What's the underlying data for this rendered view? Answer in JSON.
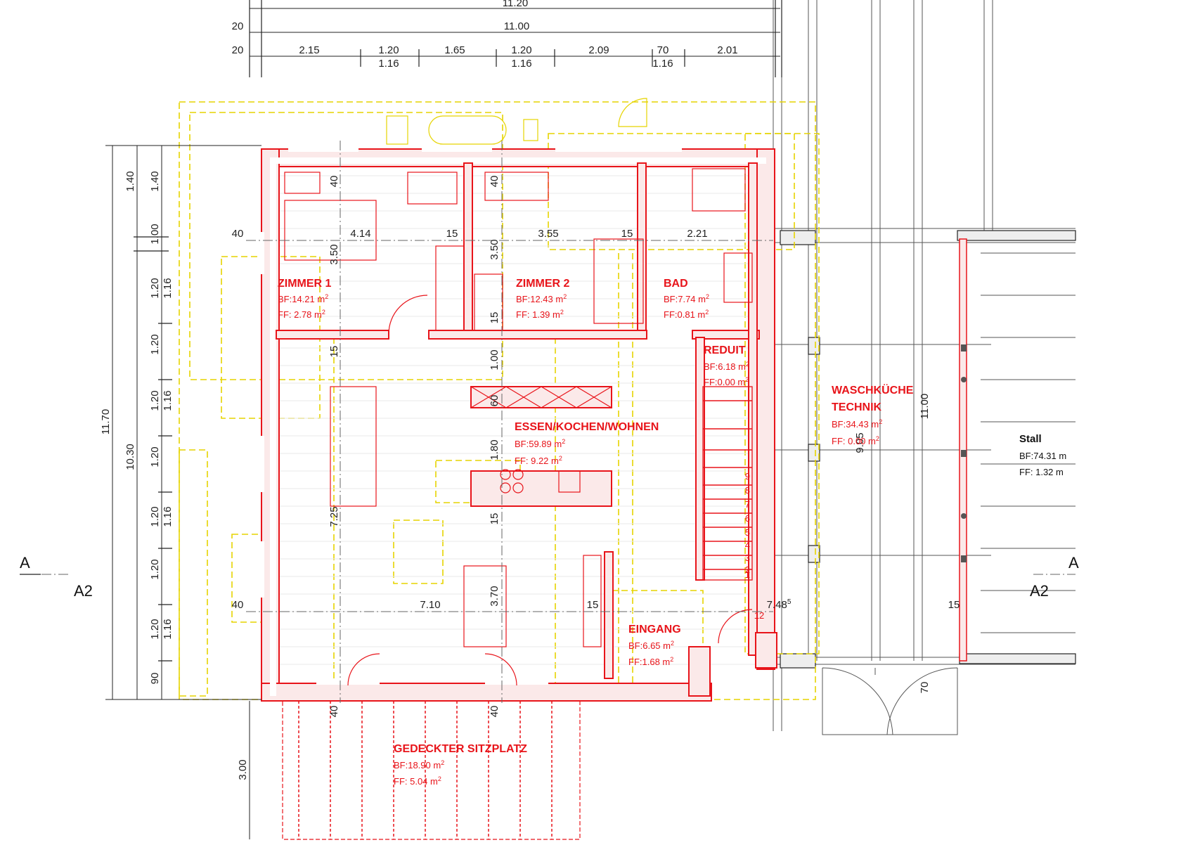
{
  "colors": {
    "wall_red": "#e8141a",
    "existing_yellow": "#e6d400",
    "text_black": "#222222",
    "background": "#ffffff"
  },
  "top_dimensions": {
    "overall": "11.20",
    "inner": "11.00",
    "row1_offset": "20",
    "row2_offset": "20",
    "segments": [
      "2.15",
      "1.20",
      "1.65",
      "1.20",
      "2.09",
      "70",
      "2.01"
    ],
    "sub_labels": [
      "1.16",
      "1.16",
      "1.16"
    ]
  },
  "left_dimensions": {
    "overall": "11.70",
    "inner": "10.30",
    "top_a": "1.40",
    "top_b": "1.40",
    "col1": [
      "1.00",
      "1.20",
      "1.20",
      "1.20",
      "1.20",
      "1.20",
      "1.20",
      "1.20",
      "90"
    ],
    "col2": [
      "1.16",
      "1.16",
      "1.16",
      "1.16"
    ]
  },
  "interior_dimensions": {
    "wall_left_top": "40",
    "zimmer1_width": "4.14",
    "wall_15a": "15",
    "zimmer2_width": "3.55",
    "wall_15b": "15",
    "bad_width": "2.21",
    "zimmer1_depth": "3.50",
    "zimmer2_depth": "3.50",
    "col_40a": "40",
    "col_40b": "40",
    "wall_15c": "15",
    "wall_15d": "15",
    "v_100": "1.00",
    "v_60": "60",
    "v_180": "1.80",
    "v_15e": "15",
    "v_725": "7.25",
    "wall_left_bottom": "40",
    "wohnen_width": "7.10",
    "v_370": "3.70",
    "wall_15f": "15",
    "width_748": "7.48",
    "width_748_sup": "5",
    "bottom_40a": "40",
    "bottom_40b": "40",
    "terrace_depth": "3.00"
  },
  "annex_dimensions": {
    "height_1100": "11.00",
    "height_905": "9.05",
    "wall_15": "15",
    "door_70": "70"
  },
  "rooms": [
    {
      "id": "zimmer1",
      "name": "ZIMMER 1",
      "bf": "BF:14.21 m",
      "ff": "FF:  2.78 m"
    },
    {
      "id": "zimmer2",
      "name": "ZIMMER 2",
      "bf": "BF:12.43 m",
      "ff": "FF:  1.39 m"
    },
    {
      "id": "bad",
      "name": "BAD",
      "bf": "BF:7.74 m",
      "ff": "FF:0.81 m"
    },
    {
      "id": "reduit",
      "name": "REDUIT",
      "bf": "BF:6.18 m",
      "ff": "FF:0.00 m"
    },
    {
      "id": "essen",
      "name": "ESSEN/KOCHEN/WOHNEN",
      "bf": "BF:59.89 m",
      "ff": "FF:  9.22 m"
    },
    {
      "id": "eingang",
      "name": "EINGANG",
      "bf": "BF:6.65 m",
      "ff": "FF:1.68 m"
    },
    {
      "id": "sitzplatz",
      "name": "GEDECKTER SITZPLATZ",
      "bf": "BF:18.90 m",
      "ff": "FF:  5.04 m"
    }
  ],
  "annex_room": {
    "name_line1": "WASCHKÜCHE",
    "name_line2": "TECHNIK",
    "bf": "BF:34.43 m",
    "ff": "FF:  0.00 m"
  },
  "stall": {
    "name": "Stall",
    "bf": "BF:74.31 m",
    "ff": "FF:  1.32 m"
  },
  "area_unit_superscript": "2",
  "section_markers": {
    "left_a": "A",
    "left_a2": "A2",
    "right_a": "A",
    "right_a2": "A2"
  },
  "stair_steps": [
    "1",
    "2",
    "3",
    "4",
    "5",
    "6",
    "7",
    "8",
    "9"
  ],
  "stair_landing": "12"
}
